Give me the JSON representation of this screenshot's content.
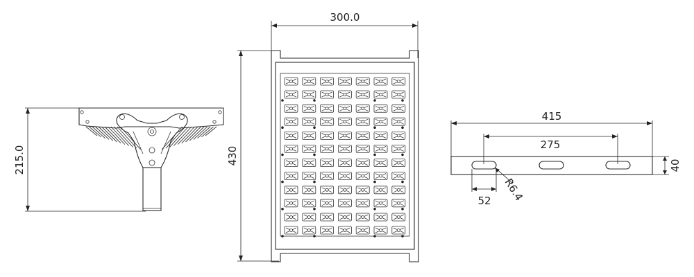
{
  "dimensions": {
    "side_height": "215.0",
    "front_width": "300.0",
    "front_height": "430",
    "bracket_length": "415",
    "bracket_hole_spacing": "275",
    "bracket_height": "40",
    "slot_length": "52",
    "slot_radius": "R6.4"
  },
  "led_grid": {
    "columns": 7,
    "rows": 12,
    "group_size": 2
  },
  "colors": {
    "line": "#2a2a2a",
    "background": "#ffffff"
  }
}
